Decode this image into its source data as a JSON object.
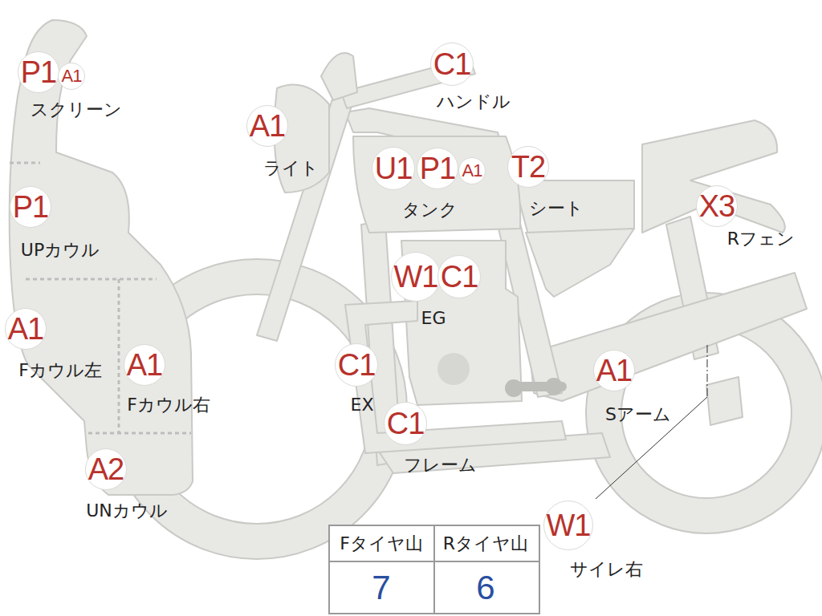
{
  "diagram": {
    "nodes": [
      {
        "text": [
          "P1"
        ]
      },
      {
        "text": [
          "A1"
        ]
      },
      {
        "text": [
          "C1"
        ]
      },
      {
        "text": [
          "A1"
        ]
      },
      {
        "text": [
          "U1"
        ]
      },
      {
        "text": [
          "P1"
        ]
      },
      {
        "text": [
          "A1"
        ]
      },
      {
        "text": [
          "T2"
        ]
      },
      {
        "text": [
          "X3"
        ]
      },
      {
        "text": [
          "P1"
        ]
      },
      {
        "text": [
          "W1"
        ]
      },
      {
        "text": [
          "C1"
        ]
      },
      {
        "text": [
          "A1"
        ]
      },
      {
        "text": [
          "A1"
        ]
      },
      {
        "text": [
          "C1"
        ]
      },
      {
        "text": [
          "A1"
        ]
      },
      {
        "text": [
          "C1"
        ]
      },
      {
        "text": [
          "A2"
        ]
      },
      {
        "text": [
          "W1"
        ]
      }
    ],
    "labels": [
      "スクリーン",
      "ハンドル",
      "ライト",
      "タンク",
      "シート",
      "Rフェン",
      "UPカウル",
      "EG",
      "Fカウル左",
      "Fカウル右",
      "EX",
      "Sアーム",
      "フレーム",
      "UNカウル",
      "サイレ右",
      "Fタイヤ山",
      "Rタイヤ山",
      "7",
      "6"
    ]
  }
}
